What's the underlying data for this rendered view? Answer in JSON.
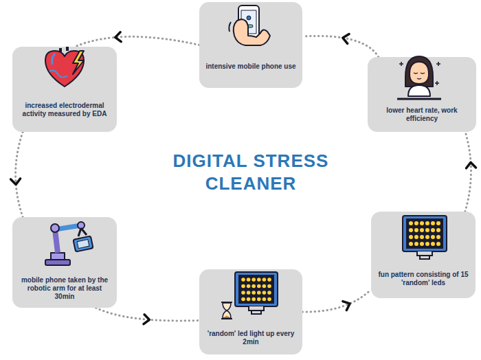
{
  "diagram": {
    "title": "DIGITAL STRESS CLEANER",
    "nodes": [
      {
        "text": [
          "intensive mobile phone use"
        ]
      },
      {
        "text": [
          "increased electrodermal activity measured by EDA"
        ]
      },
      {
        "text": [
          "mobile phone taken by the robotic arm for at least 30min"
        ]
      },
      {
        "text": [
          "'random' led light up every 2min"
        ]
      },
      {
        "text": [
          "fun pattern consisting of 15 'random' leds"
        ]
      },
      {
        "text": [
          "lower heart rate, work efficiency"
        ]
      }
    ],
    "edges": [
      {
        "from": 0,
        "to": 1,
        "arrow": "to"
      },
      {
        "from": 1,
        "to": 2,
        "arrow": "to"
      },
      {
        "from": 2,
        "to": 3,
        "arrow": "to"
      },
      {
        "from": 3,
        "to": 4,
        "arrow": "to"
      },
      {
        "from": 4,
        "to": 5,
        "arrow": "to"
      },
      {
        "from": 5,
        "to": 0,
        "arrow": "to"
      }
    ]
  }
}
